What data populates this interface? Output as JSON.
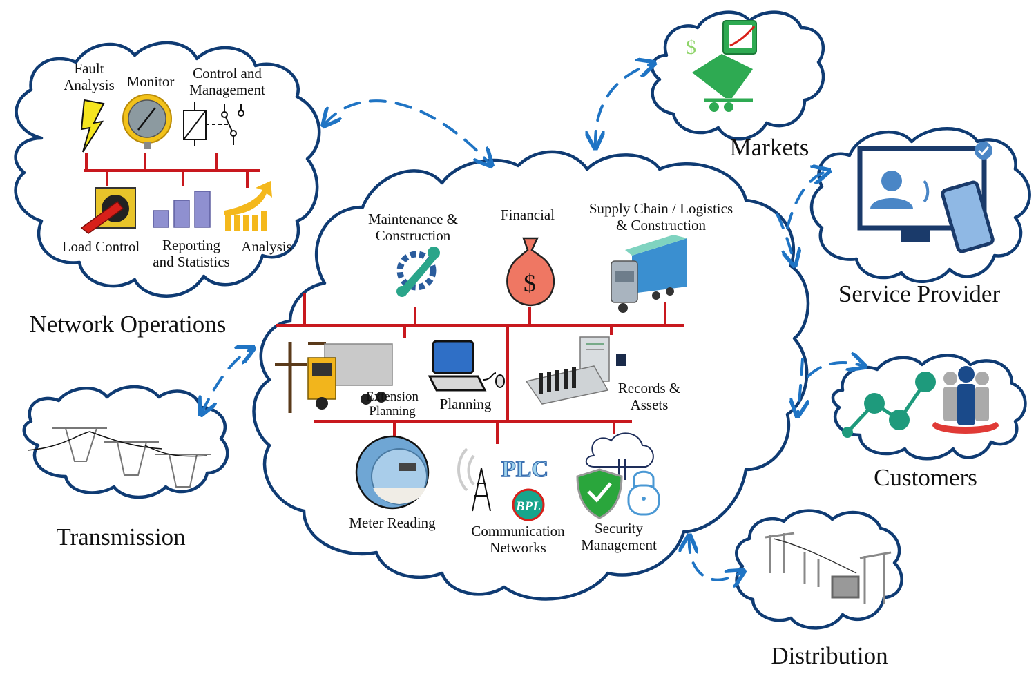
{
  "diagram": {
    "title": "Smart grid utility domains and enterprise applications",
    "colors": {
      "cloud_outline": "#0f3b73",
      "arrow": "#1f74c4",
      "bus_line": "#c8181e",
      "text": "#111111"
    },
    "network_operations": {
      "title": "Network Operations",
      "items": [
        {
          "label_lines": [
            "Fault",
            "Analysis"
          ],
          "icon": "lightning-bolt-icon"
        },
        {
          "label_lines": [
            "Monitor"
          ],
          "icon": "pressure-gauge-icon"
        },
        {
          "label_lines": [
            "Control and",
            "Management"
          ],
          "icon": "relay-switch-icon"
        },
        {
          "label_lines": [
            "Load Control"
          ],
          "icon": "rotary-switch-icon"
        },
        {
          "label_lines": [
            "Reporting",
            "and Statistics"
          ],
          "icon": "bar-chart-icon"
        },
        {
          "label_lines": [
            "Analysis"
          ],
          "icon": "growth-chart-icon"
        }
      ]
    },
    "enterprise": {
      "top_row": [
        {
          "label_lines": [
            "Maintenance &",
            "Construction"
          ],
          "icon": "gear-wrench-icon"
        },
        {
          "label_lines": [
            "Financial"
          ],
          "icon": "money-bag-icon"
        },
        {
          "label_lines": [
            "Supply Chain / Logistics",
            "& Construction"
          ],
          "icon": "truck-icon"
        }
      ],
      "middle_row": [
        {
          "label_lines": [
            "Extension",
            "Planning"
          ],
          "icon": "utility-truck-icon"
        },
        {
          "label_lines": [
            "Planning"
          ],
          "icon": "laptop-icon"
        },
        {
          "label_lines": [
            "Records &",
            "Assets"
          ],
          "icon": "server-icon"
        }
      ],
      "bottom_row": [
        {
          "label_lines": [
            "Meter Reading"
          ],
          "icon": "electric-meter-icon"
        },
        {
          "label_lines": [
            "Communication",
            "Networks"
          ],
          "icon": "plc-bpl-tower-icon",
          "badges": [
            "PLC",
            "BPL"
          ]
        },
        {
          "label_lines": [
            "Security",
            "Management"
          ],
          "icon": "shield-lock-icon"
        }
      ]
    },
    "markets": {
      "title": "Markets",
      "icon": "shopping-cart-chart-icon"
    },
    "service_provider": {
      "title": "Service Provider",
      "icon": "monitor-phone-user-icon"
    },
    "customers": {
      "title": "Customers",
      "icon": "customer-network-icon"
    },
    "transmission": {
      "title": "Transmission",
      "icon": "transmission-tower-icon"
    },
    "distribution": {
      "title": "Distribution",
      "icon": "substation-icon"
    }
  }
}
